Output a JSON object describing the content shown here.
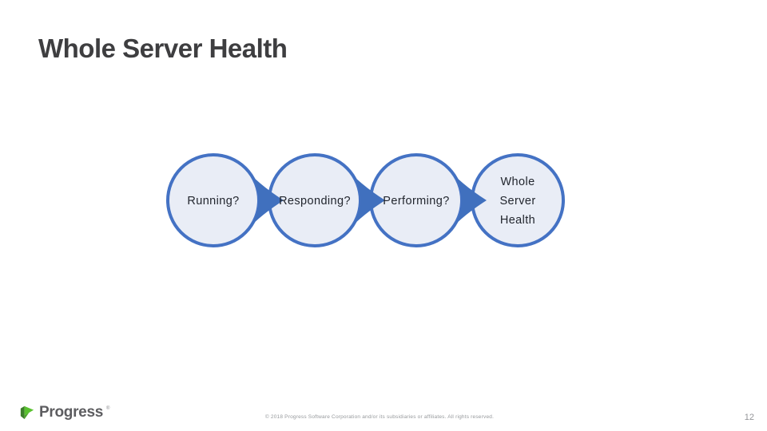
{
  "slide": {
    "title": "Whole Server Health",
    "page_number": "12"
  },
  "diagram": {
    "type": "process-flow",
    "steps": [
      {
        "label": "Running?"
      },
      {
        "label": "Responding?"
      },
      {
        "label": "Performing?"
      },
      {
        "label": "Whole Server Health",
        "lines": [
          "Whole",
          "Server",
          "Health"
        ]
      }
    ],
    "colors": {
      "circle_fill": "#E9EDF6",
      "circle_border": "#4472C4",
      "arrow_fill": "#4070BE"
    }
  },
  "footer": {
    "logo": {
      "text": "Progress",
      "mark": "®",
      "colors": {
        "bright_green": "#59C12F",
        "mid_green": "#4CA32B",
        "dark_green": "#3D7E2B"
      }
    },
    "copyright": "© 2018 Progress Software Corporation and/or its subsidiaries or affiliates. All rights reserved."
  }
}
